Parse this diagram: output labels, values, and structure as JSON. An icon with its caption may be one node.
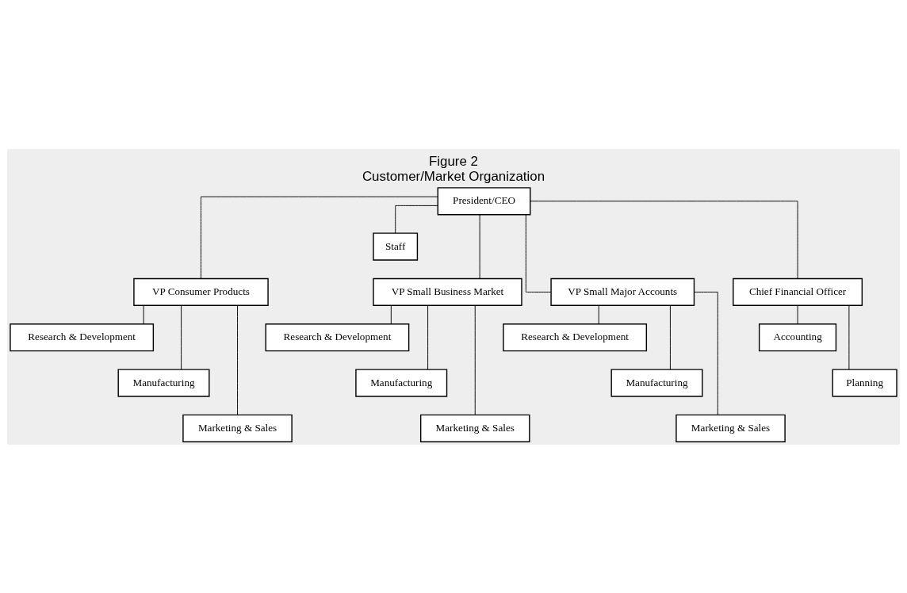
{
  "diagram": {
    "title": "Figure 2",
    "caption": "Customer/Market Organization",
    "nodes": [
      {
        "text": [
          "President/CEO"
        ]
      },
      {
        "text": [
          "Staff"
        ]
      },
      {
        "text": [
          "VP Consumer Products"
        ]
      },
      {
        "text": [
          "VP Small Business Market"
        ]
      },
      {
        "text": [
          "VP Small Major Accounts"
        ]
      },
      {
        "text": [
          "Chief Financial Officer"
        ]
      },
      {
        "text": [
          "Research & Development"
        ]
      },
      {
        "text": [
          "Manufacturing"
        ]
      },
      {
        "text": [
          "Marketing & Sales"
        ]
      },
      {
        "text": [
          "Research & Development"
        ]
      },
      {
        "text": [
          "Manufacturing"
        ]
      },
      {
        "text": [
          "Marketing & Sales"
        ]
      },
      {
        "text": [
          "Research & Development"
        ]
      },
      {
        "text": [
          "Manufacturing"
        ]
      },
      {
        "text": [
          "Marketing & Sales"
        ]
      },
      {
        "text": [
          "Accounting"
        ]
      },
      {
        "text": [
          "Planning"
        ]
      }
    ],
    "edges": [
      {
        "from": 0,
        "to": 1,
        "arrow": "none"
      },
      {
        "from": 0,
        "to": 2,
        "arrow": "none"
      },
      {
        "from": 0,
        "to": 3,
        "arrow": "none"
      },
      {
        "from": 0,
        "to": 4,
        "arrow": "none"
      },
      {
        "from": 0,
        "to": 5,
        "arrow": "none"
      },
      {
        "from": 2,
        "to": 6,
        "arrow": "none"
      },
      {
        "from": 2,
        "to": 7,
        "arrow": "none"
      },
      {
        "from": 2,
        "to": 8,
        "arrow": "none"
      },
      {
        "from": 3,
        "to": 9,
        "arrow": "none"
      },
      {
        "from": 3,
        "to": 10,
        "arrow": "none"
      },
      {
        "from": 3,
        "to": 11,
        "arrow": "none"
      },
      {
        "from": 4,
        "to": 12,
        "arrow": "none"
      },
      {
        "from": 4,
        "to": 13,
        "arrow": "none"
      },
      {
        "from": 4,
        "to": 14,
        "arrow": "none"
      },
      {
        "from": 5,
        "to": 15,
        "arrow": "none"
      },
      {
        "from": 5,
        "to": 16,
        "arrow": "none"
      }
    ]
  }
}
